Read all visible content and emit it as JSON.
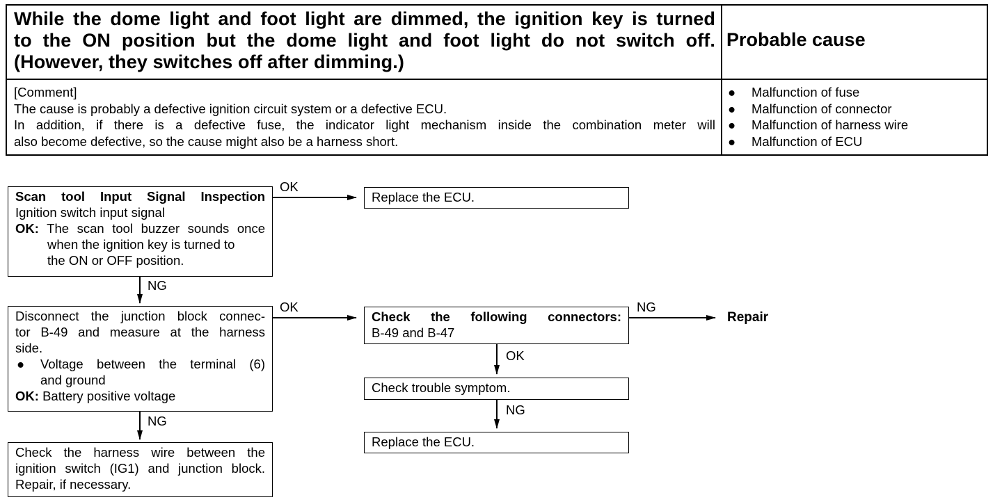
{
  "header": {
    "title_lines": [
      "While the dome light and foot light are dimmed, the ignition key is turned",
      "to the ON position but the dome light and foot light do not switch off.",
      "(However, they switches off after dimming.)"
    ],
    "cause_title": "Probable cause",
    "comment_lines": [
      "[Comment]",
      "The cause is probably a defective ignition circuit system or a defective ECU.",
      "In addition, if there is a defective fuse, the indicator light mechanism inside the combination meter will",
      "also become defective, so the cause might also be a harness short."
    ],
    "causes": [
      "Malfunction of fuse",
      "Malfunction of connector",
      "Malfunction of harness wire",
      "Malfunction of ECU"
    ],
    "bullet": "●"
  },
  "flow": {
    "box1": {
      "title": "Scan tool Input Signal Inspection",
      "line1": "Ignition switch input signal",
      "ok_label": "OK:",
      "ok_text_1": "The scan tool buzzer sounds once",
      "ok_text_2": "when the ignition key is turned to",
      "ok_text_3": "the ON or OFF position."
    },
    "box2": {
      "line1": "Disconnect the junction block connec-",
      "line2": "tor B-49 and measure at the harness",
      "line3": "side.",
      "bullet_1": "Voltage between the terminal (6)",
      "bullet_2": "and ground",
      "ok_label": "OK:",
      "ok_text": "Battery positive voltage"
    },
    "box3": {
      "line1": "Check the harness wire between the",
      "line2": "ignition switch (IG1) and junction block.",
      "line3": "Repair, if necessary."
    },
    "replace1": "Replace the ECU.",
    "connectors_title": "Check the following connectors:",
    "connectors_line": "B-49 and B-47",
    "trouble": "Check trouble symptom.",
    "replace2": "Replace the ECU.",
    "repair": "Repair",
    "labels": {
      "ok1": "OK",
      "ng1": "NG",
      "ok2": "OK",
      "ng2": "NG",
      "ng3": "NG",
      "ok3": "OK",
      "ng4": "NG"
    }
  }
}
